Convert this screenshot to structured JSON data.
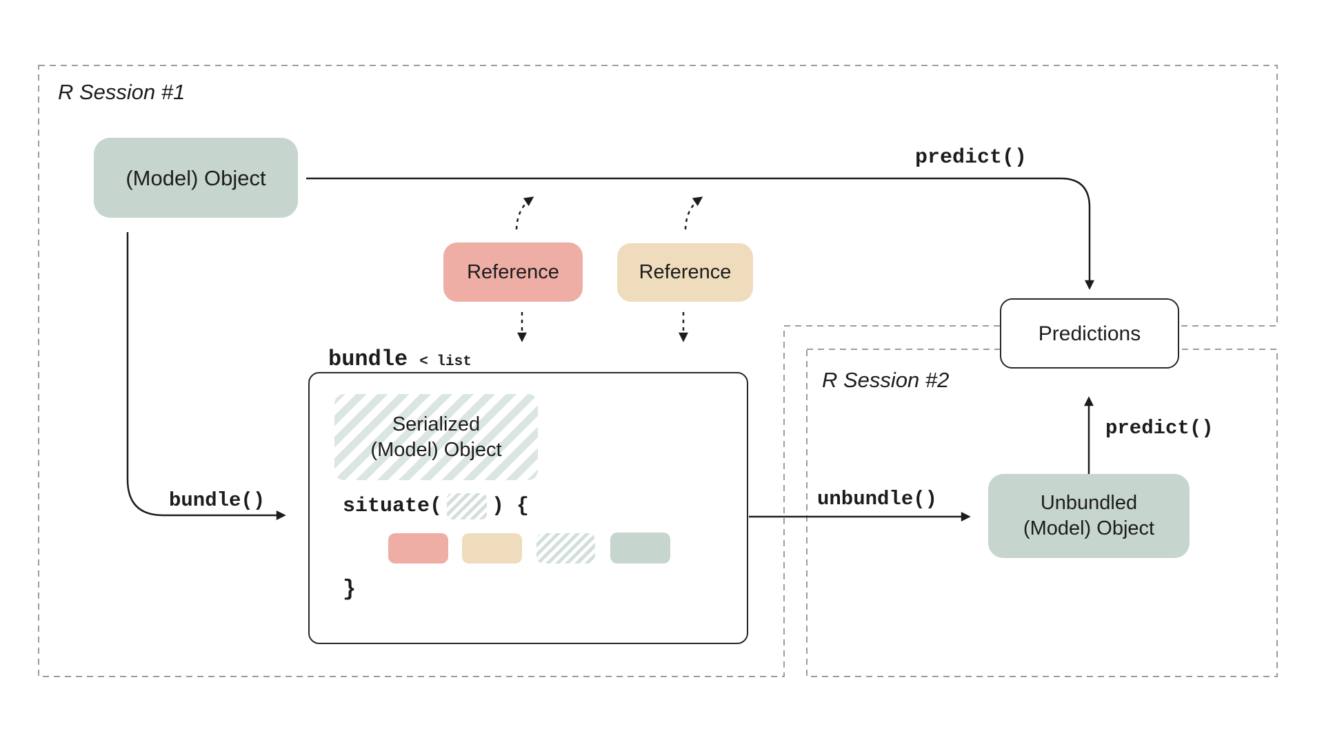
{
  "sessions": {
    "session1": {
      "label": "R Session #1"
    },
    "session2": {
      "label": "R Session #2"
    }
  },
  "boxes": {
    "model_object": {
      "label": "(Model) Object"
    },
    "reference_pink": {
      "label": "Reference"
    },
    "reference_tan": {
      "label": "Reference"
    },
    "serialized": {
      "line1": "Serialized",
      "line2": "(Model) Object"
    },
    "predictions": {
      "label": "Predictions"
    },
    "unbundled": {
      "line1": "Unbundled",
      "line2": "(Model) Object"
    }
  },
  "code_labels": {
    "predict_top": "predict()",
    "predict_right": "predict()",
    "bundle_fn": "bundle()",
    "unbundle_fn": "unbundle()",
    "bundle_var": "bundle",
    "bundle_var_type": "< list",
    "situate_open": "situate(",
    "situate_close": ") {",
    "closing_brace": "}"
  },
  "colors": {
    "sage": "#c6d5cd",
    "pink": "#eeada5",
    "tan": "#eedcbc",
    "stripe": "#dce6e0",
    "stripe2": "#d3e0d9",
    "ink": "#1c1c1c",
    "dash": "#9b9b9b"
  }
}
